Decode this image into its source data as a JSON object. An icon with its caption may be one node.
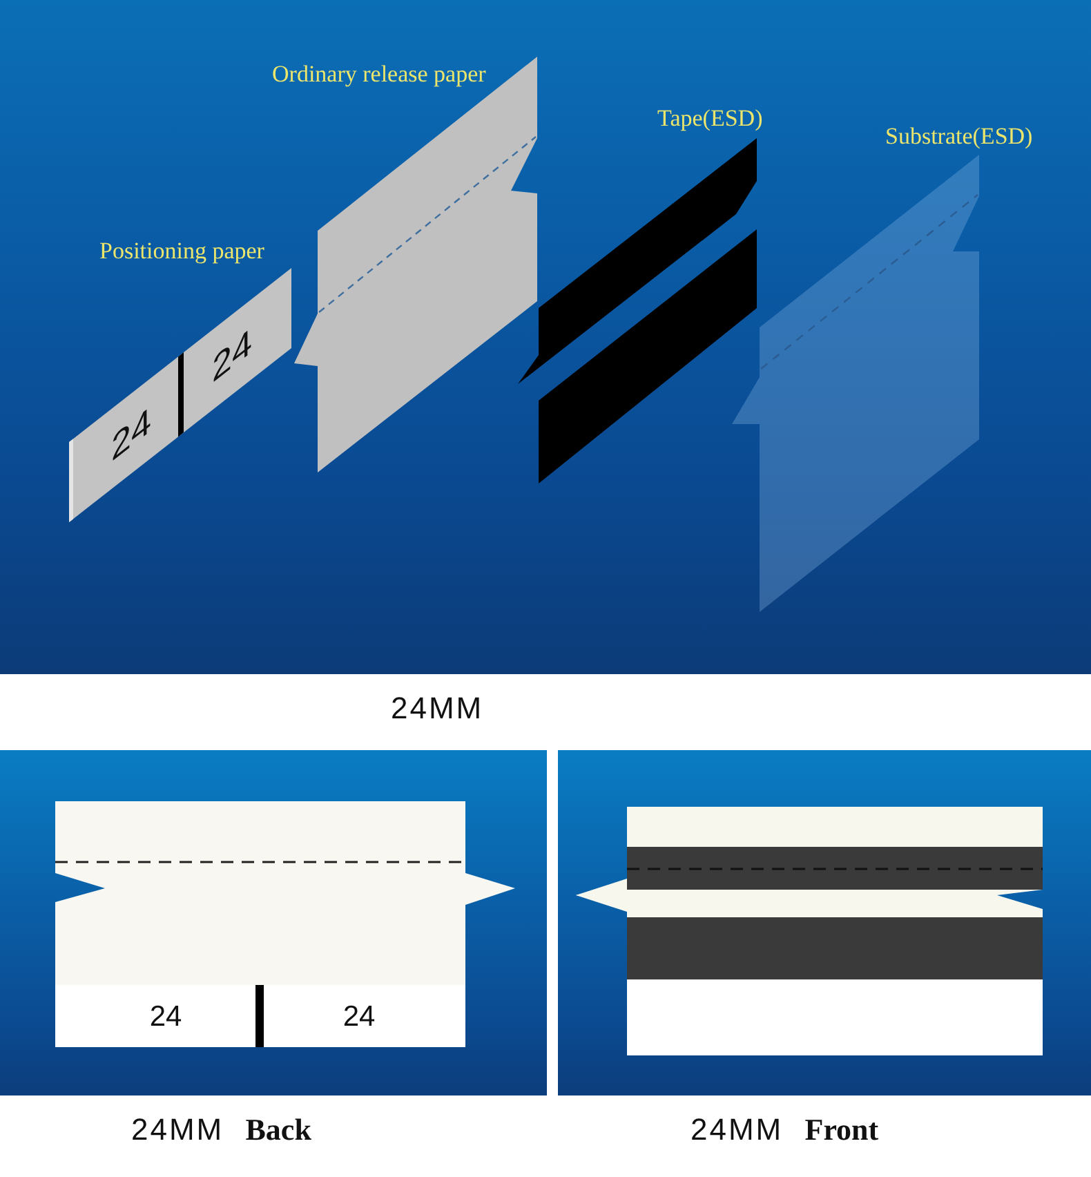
{
  "diagram": {
    "nodes": [
      {
        "text": [
          "24",
          "24"
        ],
        "beside": [
          "Positioning paper"
        ]
      },
      {
        "text": [
          "24",
          "24"
        ]
      }
    ],
    "labels": [
      "Ordinary release paper",
      "Tape(ESD)",
      "Substrate(ESD)",
      "24MM",
      "24MM **Back**",
      "24MM **Front**"
    ]
  }
}
